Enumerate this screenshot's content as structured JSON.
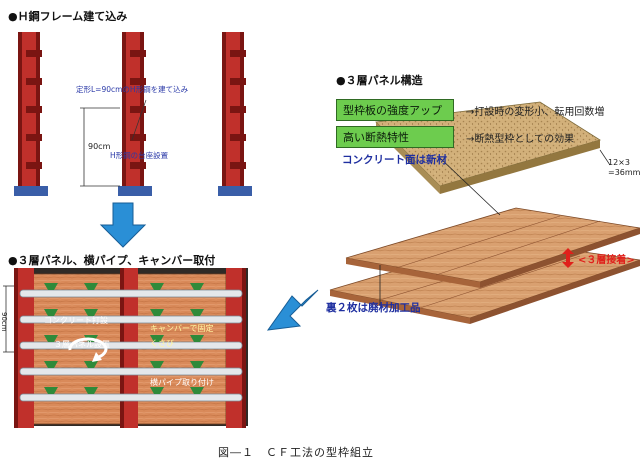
{
  "section1": {
    "title": "●Ｈ鋼フレーム建て込み",
    "note_top": "定形L=90cmのH形鋼を建て込み",
    "note_mid": "H形鋼の台座設置",
    "dimension": "90cm"
  },
  "section2": {
    "title": "●３層パネル構造",
    "feature1": "型枠板の強度アップ",
    "effect1": "→打設時の変形小、転用回数増",
    "feature2": "高い断熱特性",
    "effect2": "→断熱型枠としての効果",
    "concrete_face": "コンクリート面は新材",
    "thickness_line1": "12×3",
    "thickness_line2": "=36mm",
    "bonded_note": "<３層接着>",
    "back_note": "裏２枚は廃材加工品"
  },
  "section3": {
    "title": "●３層パネル、横パイプ、キャンバー取付",
    "dimension": "90cm",
    "label_concrete": "コンクリート打設",
    "label_panel": "３層パネル設置",
    "label_camber1": "キャンバーで固定",
    "label_camber2": "くさび",
    "label_pipe": "横パイプ取り付け"
  },
  "caption": "図―１　ＣＦ工法の型枠組立",
  "colors": {
    "beam_red": "#c0302b",
    "beam_dark": "#7a1512",
    "base_blue": "#3a5ea8",
    "arrow_blue": "#2a8fd6",
    "panel_wood": "#d98a5a",
    "panel_top": "#d2b07a",
    "green_label": "#6dcc4e",
    "text_blue": "#1f2fa0",
    "red_note": "#e0201b"
  }
}
